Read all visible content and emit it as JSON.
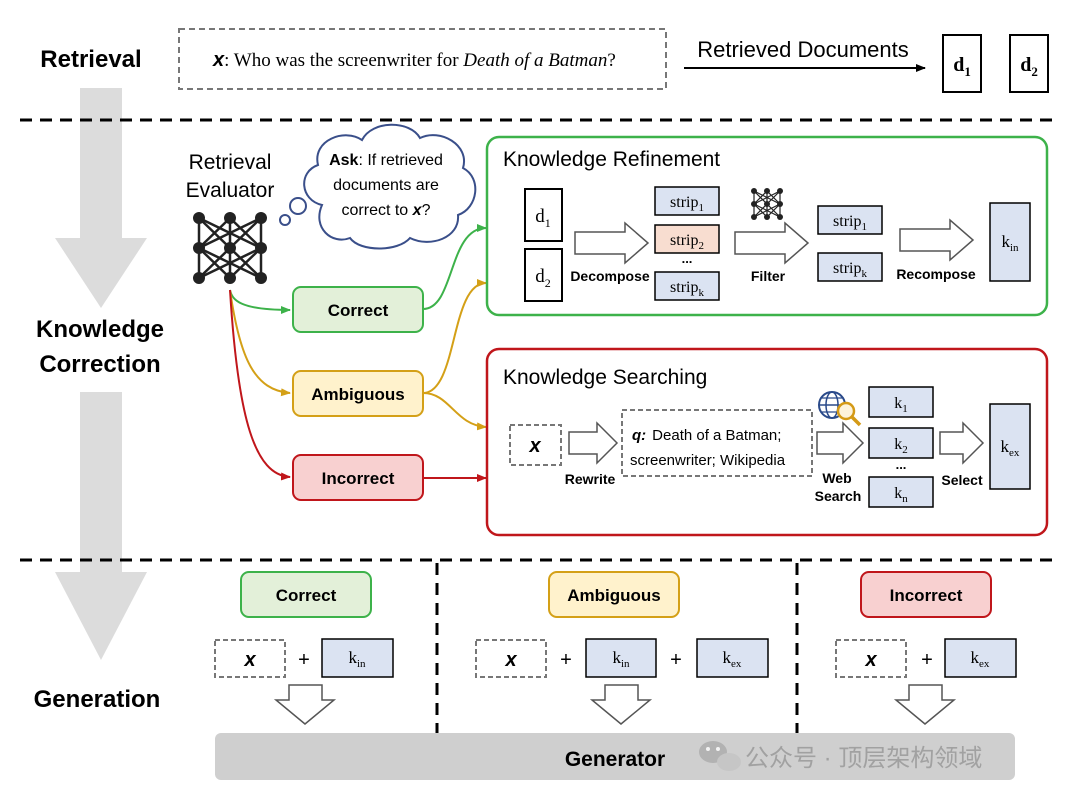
{
  "stages": {
    "retrieval": "Retrieval",
    "correction_line1": "Knowledge",
    "correction_line2": "Correction",
    "generation": "Generation"
  },
  "retrieval": {
    "query_x": "x",
    "query_text_prefix": ": Who was the screenwriter for ",
    "query_title_italic": "Death of a Batman",
    "query_text_suffix": "?",
    "arrow_label": "Retrieved Documents",
    "doc1": "d",
    "doc1_sub": "1",
    "doc2": "d",
    "doc2_sub": "2"
  },
  "evaluator": {
    "label_line1": "Retrieval",
    "label_line2": "Evaluator",
    "bubble_ask": "Ask",
    "bubble_line1": ": If retrieved",
    "bubble_line2": "documents are",
    "bubble_line3_prefix": "correct to ",
    "bubble_x": "x",
    "bubble_line3_suffix": "?"
  },
  "decisions": {
    "correct": "Correct",
    "ambiguous": "Ambiguous",
    "incorrect": "Incorrect"
  },
  "refinement": {
    "title": "Knowledge Refinement",
    "d": "d",
    "d1_sub": "1",
    "d2_sub": "2",
    "decompose": "Decompose",
    "strip": "strip",
    "strip1_sub": "1",
    "strip2_sub": "2",
    "stripk_sub": "k",
    "ellipsis": "...",
    "filter": "Filter",
    "recompose": "Recompose",
    "k": "k",
    "kin_sub": "in"
  },
  "searching": {
    "title": "Knowledge Searching",
    "x": "x",
    "rewrite": "Rewrite",
    "q_label": "q:",
    "q_line1": "Death of a Batman;",
    "q_line2": "screenwriter; Wikipedia",
    "web": "Web",
    "search": "Search",
    "k": "k",
    "k1_sub": "1",
    "k2_sub": "2",
    "kn_sub": "n",
    "ellipsis": "...",
    "select": "Select",
    "kex_sub": "ex"
  },
  "generation": {
    "col1_label": "Correct",
    "col2_label": "Ambiguous",
    "col3_label": "Incorrect",
    "x": "x",
    "plus": "+",
    "k": "k",
    "kin_sub": "in",
    "kex_sub": "ex",
    "generator": "Generator"
  },
  "watermark": "公众号 · 顶层架构领域",
  "colors": {
    "green": "#3db24a",
    "green_fill": "#e3f0d9",
    "gold": "#d4a017",
    "gold_fill": "#fff2cc",
    "red": "#c0161b",
    "red_fill": "#f8d0d0",
    "blue_fill": "#dbe3f2",
    "strip_highlight": "#f8ddd0",
    "stage_arrow": "#dcdcdc",
    "generator_bar": "#cfcfcf",
    "cloud_stroke": "#3a4f8a"
  }
}
